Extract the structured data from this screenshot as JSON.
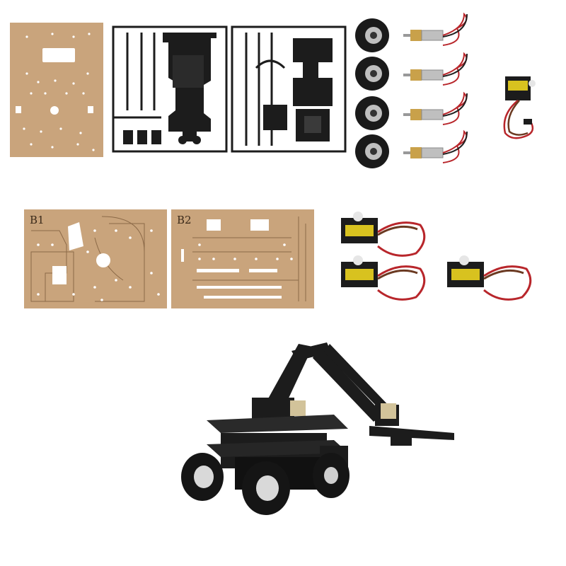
{
  "boards": {
    "b1_label": "B1",
    "b2_label": "B2"
  },
  "colors": {
    "wood": "#c9a47c",
    "wood_edge": "#b08a62",
    "plastic": "#1c1c1c",
    "servo_label": "#d8c21f",
    "wire_red": "#b8262b",
    "wire_brown": "#6b3a22",
    "metal": "#bfbfbf",
    "brass": "#c9a14a"
  },
  "icons": [
    "base-plate",
    "plastic-frame-sprue",
    "wheel",
    "gear-motor",
    "servo-motor",
    "acrylic-board",
    "robot-arm-car"
  ]
}
